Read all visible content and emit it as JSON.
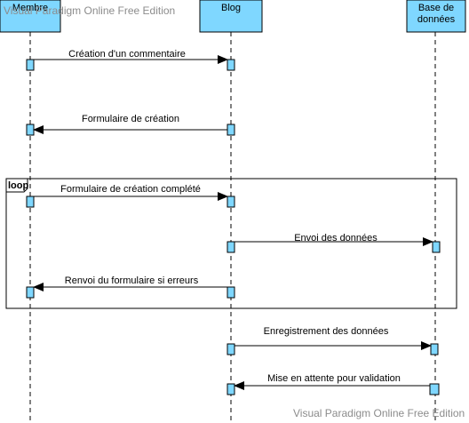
{
  "watermark_top": "Visual Paradigm Online Free Edition",
  "watermark_bottom": "Visual Paradigm Online Free Edition",
  "colors": {
    "participant_fill": "#7fd7ff",
    "activation_fill": "#7fd7ff",
    "line": "#000000"
  },
  "participants": [
    {
      "id": "membre",
      "label": "Membre"
    },
    {
      "id": "blog",
      "label": "Blog"
    },
    {
      "id": "bdd",
      "label_line1": "Base de",
      "label_line2": "données"
    }
  ],
  "messages": [
    {
      "id": "m1",
      "label": "Création d'un commentaire",
      "from": "membre",
      "to": "blog"
    },
    {
      "id": "m2",
      "label": "Formulaire de création",
      "from": "blog",
      "to": "membre"
    },
    {
      "id": "m3",
      "label": "Formulaire de création complété",
      "from": "membre",
      "to": "blog"
    },
    {
      "id": "m4",
      "label": "Envoi des données",
      "from": "blog",
      "to": "bdd"
    },
    {
      "id": "m5",
      "label": "Renvoi du formulaire si erreurs",
      "from": "blog",
      "to": "membre"
    },
    {
      "id": "m6",
      "label": "Enregistrement des données",
      "from": "blog",
      "to": "bdd"
    },
    {
      "id": "m7",
      "label": "Mise en attente pour validation",
      "from": "bdd",
      "to": "blog"
    }
  ],
  "fragment": {
    "operator": "loop"
  }
}
